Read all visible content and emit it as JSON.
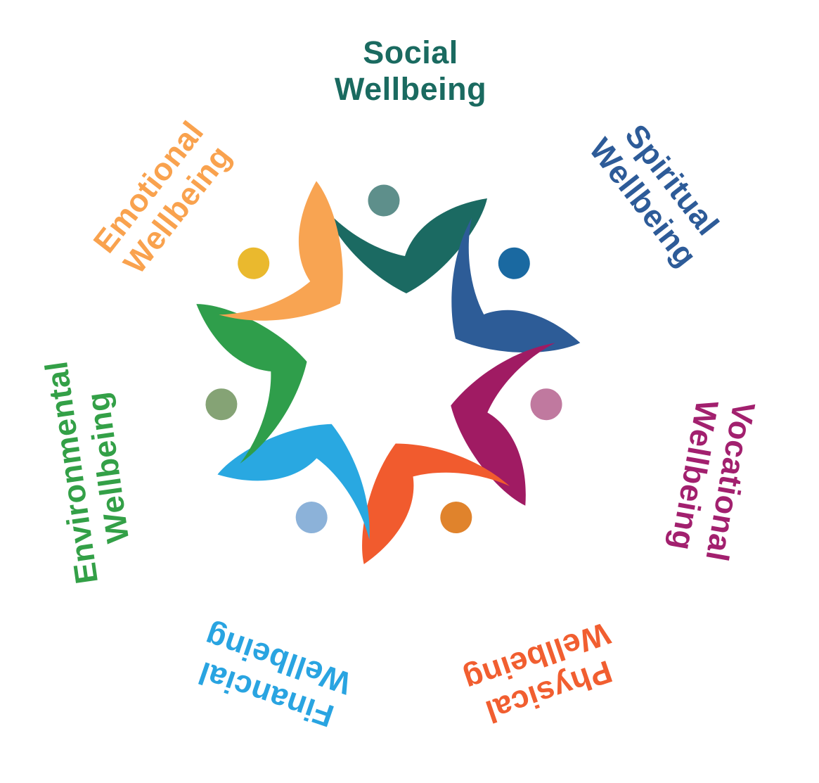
{
  "labels": [
    {
      "name": "social-wellbeing",
      "line1": "Social",
      "line2": "Wellbeing",
      "color": "#1A6A60"
    },
    {
      "name": "spiritual-wellbeing",
      "line1": "Spiritual",
      "line2": "Wellbeing",
      "color": "#2D5B98"
    },
    {
      "name": "vocational-wellbeing",
      "line1": "Vocational",
      "line2": "Wellbeing",
      "color": "#A2206E"
    },
    {
      "name": "physical-wellbeing",
      "line1": "Physical",
      "line2": "Wellbeing",
      "color": "#F15E30"
    },
    {
      "name": "financial-wellbeing",
      "line1": "Financial",
      "line2": "Wellbeing",
      "color": "#29A4E1"
    },
    {
      "name": "environmental-wellbeing",
      "line1": "Environmental",
      "line2": "Wellbeing",
      "color": "#33A047"
    },
    {
      "name": "emotional-wellbeing",
      "line1": "Emotional",
      "line2": "Wellbeing",
      "color": "#F9A24E"
    }
  ],
  "logo": {
    "figures": [
      {
        "name": "social",
        "body_color": "#1B6A62",
        "head_color": "#5E8F8B"
      },
      {
        "name": "spiritual",
        "body_color": "#2D5C97",
        "head_color": "#1A69A1"
      },
      {
        "name": "vocational",
        "body_color": "#A01B63",
        "head_color": "#C0799F"
      },
      {
        "name": "physical",
        "body_color": "#F15B2E",
        "head_color": "#E0832C"
      },
      {
        "name": "financial",
        "body_color": "#29A8E1",
        "head_color": "#8CB2D9"
      },
      {
        "name": "environmental",
        "body_color": "#2F9E4B",
        "head_color": "#85A375"
      },
      {
        "name": "emotional",
        "body_color": "#F8A452",
        "head_color": "#EAB92E"
      }
    ]
  }
}
